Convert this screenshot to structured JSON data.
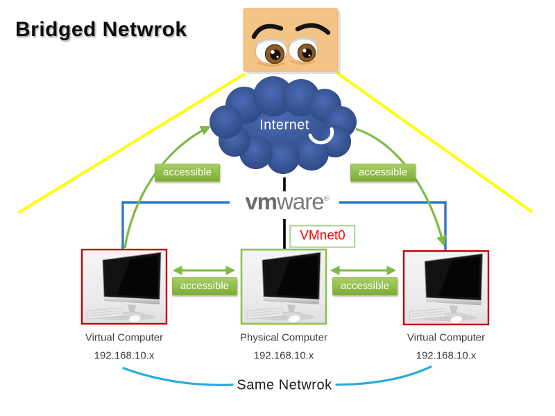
{
  "title": "Bridged Netwrok",
  "cloud": {
    "label": "Internet",
    "fill": "#34519C"
  },
  "logo": {
    "bold": "vm",
    "light": "ware",
    "reg": "®"
  },
  "vmnet": {
    "label": "VMnet0",
    "text_color": "#FF0000",
    "border_color": "#A9D18E"
  },
  "edge_label": "accessible",
  "computers": [
    {
      "title": "Virtual Computer",
      "ip": "192.168.10.x",
      "border_color": "#C00000"
    },
    {
      "title": "Physical Computer",
      "ip": "192.168.10.x",
      "border_color": "#8FC14D"
    },
    {
      "title": "Virtual Computer",
      "ip": "192.168.10.x",
      "border_color": "#C00000"
    }
  ],
  "bottom_label": "Same Netwrok",
  "icons": {
    "face": "worried-eyes-face",
    "cloud": "internet-cloud",
    "computer": "desktop-computer"
  },
  "colors": {
    "roof_line": "#FFFF00",
    "green_edge": "#7CBB45",
    "blue_edge": "#2E78C2",
    "black_edge": "#000000",
    "bottom_curve": "#29ABE2",
    "label_bg": "#8CBB42",
    "face_bg": "#F4C386"
  }
}
